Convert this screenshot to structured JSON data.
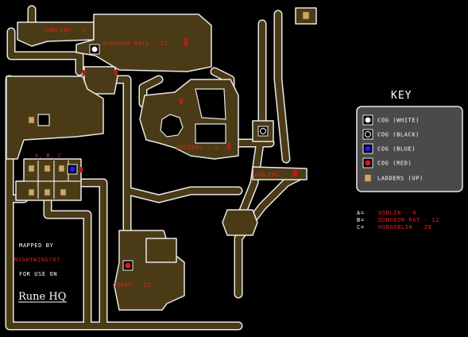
{
  "map": {
    "labels": {
      "goblins_top": "GOBLINS - 2",
      "dungeon_rats": "DUNGEON RATS - 12",
      "spiders": "SPIDERS - 2",
      "goblins_right": "GOBLINS - 2",
      "abc": "A, B, C",
      "ogres": "OGRES - 53"
    }
  },
  "credits": {
    "mapped_by": "MAPPED BY",
    "author": "NIGHTWING787",
    "for_use_on": "FOR USE ON",
    "site": "Rune HQ"
  },
  "key": {
    "title": "KEY",
    "items": [
      {
        "icon": "cog-white-icon",
        "label": "COG (WHITE)",
        "color": "#ffffff"
      },
      {
        "icon": "cog-black-icon",
        "label": "COG (BLACK)",
        "color": "#000000"
      },
      {
        "icon": "cog-blue-icon",
        "label": "COG (BLUE)",
        "color": "#1a1aff"
      },
      {
        "icon": "cog-red-icon",
        "label": "COG (RED)",
        "color": "#e01818"
      },
      {
        "icon": "ladder-up-icon",
        "label": "LADDERS (UP)"
      }
    ]
  },
  "legend": [
    {
      "code": "A=",
      "value": "GOBLIN - 8"
    },
    {
      "code": "B=",
      "value": "DUNGEON RAT - 12"
    },
    {
      "code": "C=",
      "value": "HOBGOBLIN - 28"
    }
  ],
  "colors": {
    "floor": "#4a3b16",
    "wall": "#e8e8e8",
    "label_red": "#e02020",
    "text_white": "#ffffff"
  }
}
